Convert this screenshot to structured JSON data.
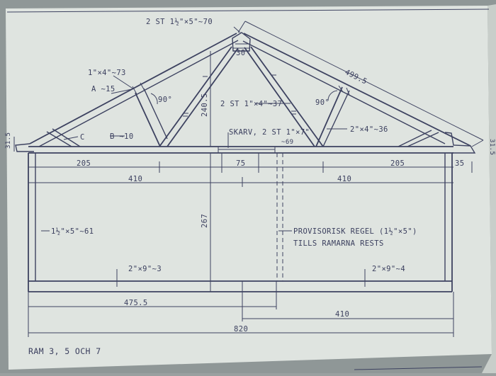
{
  "drawing": {
    "title": "RAM 3, 5 OCH 7",
    "colors": {
      "paper": "#dfe4e0",
      "ink": "#3d4260",
      "shadow": "#7a8282"
    },
    "labels": {
      "top_member": "2 ST 1½\"×5\"~70",
      "apex_width": "30",
      "rafter_length": "499.5",
      "left_brace": "1\"×4\"~73",
      "rafter_a": "A ~15",
      "angle_left": "90°",
      "angle_right": "90°",
      "truss_height": "240.5",
      "center_braces": "2 ST 1\"×4\"~37",
      "right_brace": "2\"×4\"~36",
      "eave_height": "31.5",
      "member_c": "C",
      "member_b": "B ~10",
      "splice": "SKARV, 2 ST 1\"×7\"",
      "splice_length": "~69",
      "half_left": "205",
      "half_right": "205",
      "overhang": "35",
      "splice_dim": "75",
      "span_left": "410",
      "span_right": "410",
      "post": "1½\"×5\"~61",
      "wall_height": "267",
      "temp_brace_1": "PROVISORISK REGEL (1½\"×5\")",
      "temp_brace_2": "TILLS RAMARNA RESTS",
      "sill_left": "2\"×9\"~3",
      "sill_right": "2\"×9\"~4",
      "base_left": "475.5",
      "base_right": "410",
      "total_width": "820",
      "right_edge": "31.5"
    }
  }
}
